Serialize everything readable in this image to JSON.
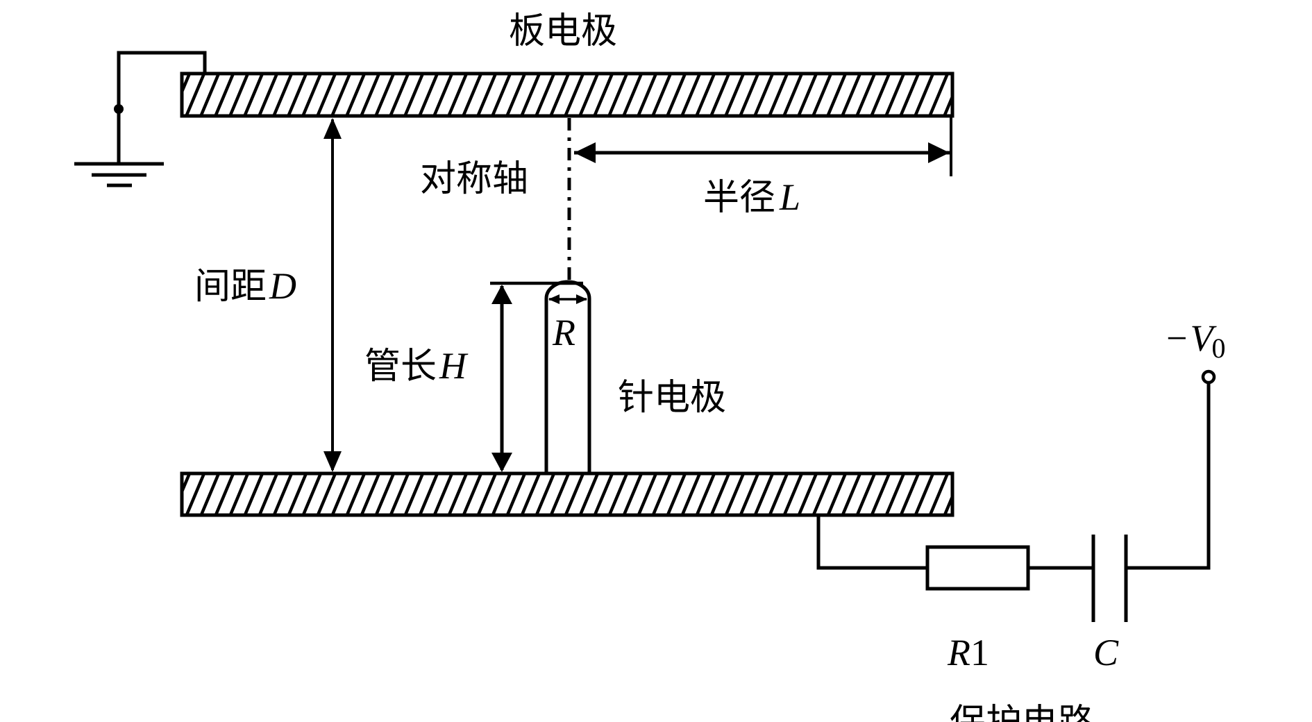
{
  "diagram": {
    "title": "板电极",
    "labels": {
      "symmetry_axis": "对称轴",
      "radius_prefix": "半径",
      "radius_symbol": "L",
      "gap_prefix": "间距",
      "gap_symbol": "D",
      "tube_length_prefix": "管长",
      "tube_length_symbol": "H",
      "tip_radius_symbol": "R",
      "needle_electrode": "针电极",
      "voltage_sign": "−",
      "voltage_symbol": "V",
      "voltage_subscript": "0",
      "resistor_symbol": "R",
      "resistor_index": "1",
      "capacitor_symbol": "C",
      "protection_circuit": "保护电路"
    },
    "components": [
      {
        "id": "plate-electrode-top",
        "type": "hatched-plate",
        "connection": "ground"
      },
      {
        "id": "plate-electrode-bottom",
        "type": "hatched-plate",
        "connection": "protection-circuit"
      },
      {
        "id": "needle-electrode",
        "type": "needle-with-hemispherical-tip"
      },
      {
        "id": "ground",
        "type": "ground-symbol"
      },
      {
        "id": "resistor",
        "type": "resistor",
        "label": "R1"
      },
      {
        "id": "capacitor",
        "type": "capacitor",
        "label": "C"
      },
      {
        "id": "voltage-terminal",
        "type": "terminal",
        "label": "-V0"
      }
    ],
    "colors": {
      "stroke": "#000000",
      "background": "#ffffff"
    }
  }
}
